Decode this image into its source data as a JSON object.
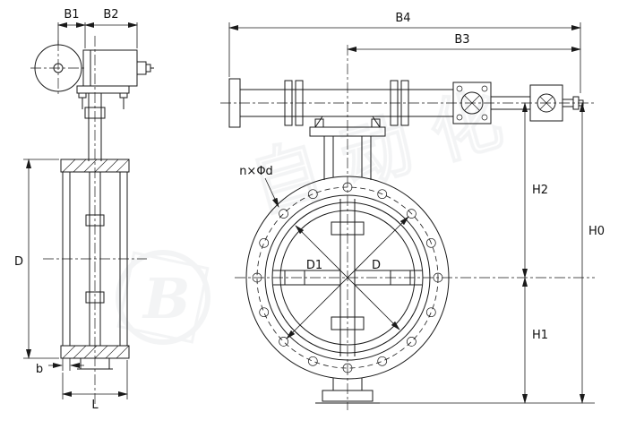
{
  "labels": {
    "B1": "B1",
    "B2": "B2",
    "B3": "B3",
    "B4": "B4",
    "H0": "H0",
    "H1": "H1",
    "H2": "H2",
    "D_side": "D",
    "D_front": "D",
    "D1": "D1",
    "b": "b",
    "L": "L",
    "bolt_note": "n×Φd"
  },
  "watermark": {
    "logo": "B",
    "text": "自动化"
  },
  "colors": {
    "line": "#1a1a1a",
    "watermark": "#b7bcc2",
    "background": "#ffffff"
  }
}
